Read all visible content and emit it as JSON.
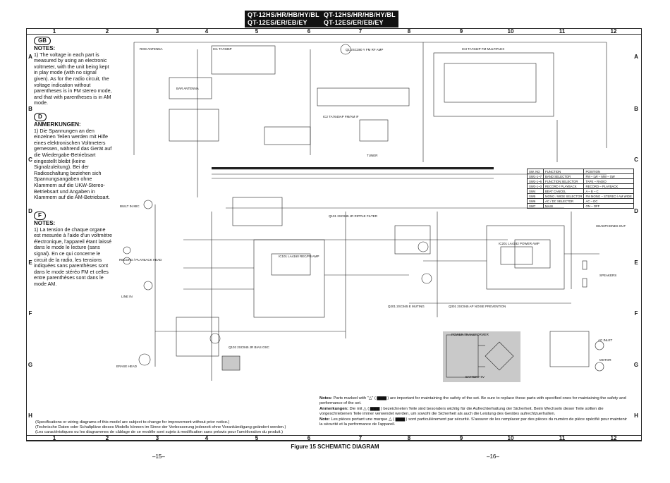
{
  "header": {
    "left_line1": "QT-12HS/HR/HB/HY/BL",
    "left_line2": "QT-12ES/ER/EB/EY",
    "right_line1": "QT-12HS/HR/HB/HY/BL",
    "right_line2": "QT-12ES/ER/EB/EY"
  },
  "grid": {
    "columns": [
      "1",
      "2",
      "3",
      "4",
      "5",
      "6",
      "7",
      "8",
      "9",
      "10",
      "11",
      "12"
    ],
    "rows": [
      "A",
      "B",
      "C",
      "D",
      "E",
      "F",
      "G",
      "H"
    ]
  },
  "notes_gb": {
    "badge": "GB",
    "title": "NOTES:",
    "text": "1) The voltage in each part is measured by using an electronic voltmeter, with the unit being kept in play mode (with no signal given). As for the radio circuit, the voltage indication without parentheses is in FM stereo mode, and that with parentheses is in AM mode."
  },
  "notes_d": {
    "badge": "D",
    "title": "ANMERKUNGEN:",
    "text": "1) Die Spannungen an den einzelnen Teilen werden mit Hilfe eines elektronischen Voltmeters gemessen, während das Gerät auf die Wiedergabe-Betriebsart eingestellt bleibt (keine Signalzuleitung). Bei der Radioschaltung beziehen sich Spannungsangaben ohne Klammern auf die UKW-Stereo-Betriebsart und Angaben in Klammern auf die AM-Betriebsart."
  },
  "notes_f": {
    "badge": "F",
    "title": "NOTES:",
    "text": "1) La tension de chaque organe est mesurée à l'aide d'un voltmètre électronique, l'appareil étant laissé dans le mode le lecture (sans signal). En ce qui concerne le circuit de la radio, les tensions indiquées sans parenthèses sont dans le mode stéréo FM et celles entre parenthèses sont dans le mode AM."
  },
  "spec_notes": {
    "en": "(Specifications or wiring diagrams of this model are subject to change for improvement without prior notice.)",
    "de": "(Technische Daten oder Schaltpläne dieses Modells können im Sinne der Verbesserung jederzeit ohne Vorankündigung geändert werden.)",
    "fr": "(Les caractéristiques ou les diagrammes de câblage de ce modèle sont sujets à modification sans préavis pour l'amélioration du produit.)"
  },
  "safety_notes": {
    "notes_label": "Notes:",
    "notes_text": "Parts marked with \"△\" ( ▆▆▆ ) are important for maintaining the safety of the set. Be sure to replace these parts with specified ones for maintaining the safety and performance of the set.",
    "anm_label": "Anmerkungen:",
    "anm_text": "Die mit △ ( ▆▆▆ ) bezeichneten Teile sind besonders wichtig für die Aufrechterhaltung der Sicherheit. Beim Wechseln dieser Teile sollten die vorgeschriebenen Teile immer verwendet werden, um sowohl die Sicherheit als auch die Leistung des Gerätes aufrechtzuerhalten.",
    "note_label": "Note:",
    "note_text": "Les pièces portant une marque △ ( ▆▆▆ ) sont particulièrement par sécurité. S'assurer de les remplacer par des pièces du numéro de pièce spécifié pour maintenir la sécurité et la performance de l'appareil."
  },
  "figure_caption": "Figure 15 SCHEMATIC DIAGRAM",
  "page_left": "–15–",
  "page_right": "–16–",
  "switch_table": {
    "headers": [
      "SW. NO",
      "FUNCTION",
      "POSITION"
    ],
    "rows": [
      [
        "SW1-1~7",
        "BAND SELECTOR",
        "FM – LW – MW – SW"
      ],
      [
        "SW2-1~6",
        "FUNCTION SELECTOR",
        "TAPE – RADIO"
      ],
      [
        "SW3-1~3",
        "RECORD / PLAYBACK",
        "RECORD – PLAYBACK"
      ],
      [
        "SW4",
        "BEAT CANCEL",
        "A – B – C"
      ],
      [
        "SW5",
        "MONO / WIDE SELECTOR",
        "FM MONO – STEREO / AM WIDE"
      ],
      [
        "SW6",
        "AC / DC SELECTOR",
        "AC – DC"
      ],
      [
        "SW7",
        "MAIN",
        "ON – OFF"
      ]
    ]
  },
  "labels": {
    "ic1": "IC1 TA7335P",
    "ic2": "IC2 TA7640AP  FM/AM IF",
    "ic3": "IC3 TA7342P  FM MULTIPLEX",
    "q1": "Q1 2SC380 Y  FM RF AMP",
    "q101": "Q101 2SC945 JR  RIPPLE FILTER",
    "q102": "Q102 2SC945 JR  BIAS OSC",
    "ic101": "IC101 LA4160  REC/PB AMP",
    "ic201": "IC201 LA4182  POWER AMP",
    "q201": "Q201 2SC945 E  MUTING",
    "q301": "Q301 2SC945 AP  NOISE PREVENTION",
    "rec_pb_head": "RECORD / PLAYBACK HEAD",
    "erase_head": "ERASE HEAD",
    "built_in_mic": "BUILT IN MIC",
    "line_in": "LINE IN",
    "headphones": "HEADPHONES OUT",
    "speakers": "SPEAKERS",
    "power_transformer": "POWER TRANSFORMER",
    "battery": "BATTERY 6V",
    "ac_inlet": "AC INLET",
    "fm_antenna": "ROD ANTENNA",
    "am_antenna": "BAR ANTENNA",
    "motor": "MOTOR",
    "tuner": "TUNER"
  },
  "colors": {
    "ink": "#111111",
    "shade": "#c9c9c9",
    "paper": "#ffffff"
  }
}
